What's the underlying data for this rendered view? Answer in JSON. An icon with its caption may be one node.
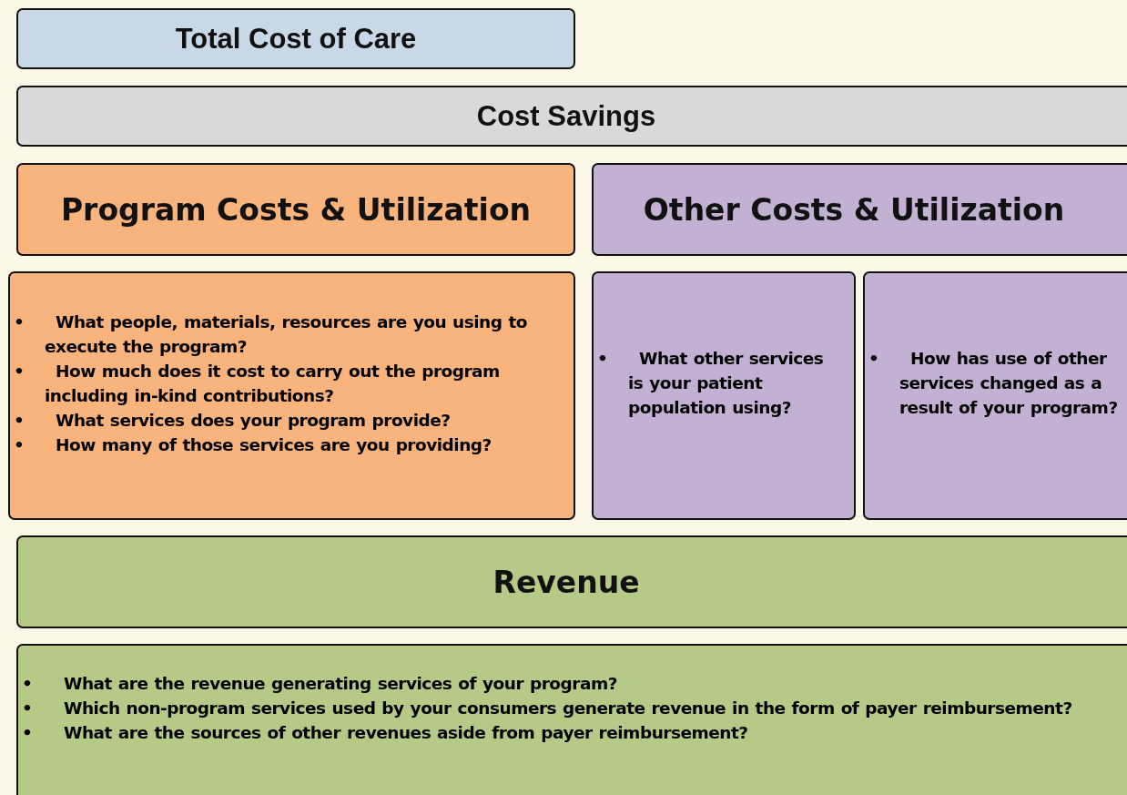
{
  "diagram": {
    "nodes": [
      {
        "text": [
          "Total Cost of Care"
        ]
      },
      {
        "text": [
          "Cost Savings"
        ]
      },
      {
        "text": [
          "Program Costs & Utilization"
        ]
      },
      {
        "text": [
          "Other Costs & Utilization"
        ]
      },
      {
        "text": [
          "• What people, materials, resources are you using to execute the program?",
          "• How much does it cost to carry out the program including in-kind contributions?",
          "• What services does your program provide?",
          "• How many of those services are you providing?"
        ]
      },
      {
        "text": [
          "• What other services is your patient population using?"
        ]
      },
      {
        "text": [
          "• How has use of other services changed as a result of your program?"
        ]
      },
      {
        "text": [
          "Revenue"
        ]
      },
      {
        "text": [
          "• What are the revenue generating services of your program?",
          "• Which non-program services used by your consumers generate revenue in the form of payer reimbursement?",
          "• What are the sources of other revenues aside from payer reimbursement?"
        ]
      }
    ]
  }
}
